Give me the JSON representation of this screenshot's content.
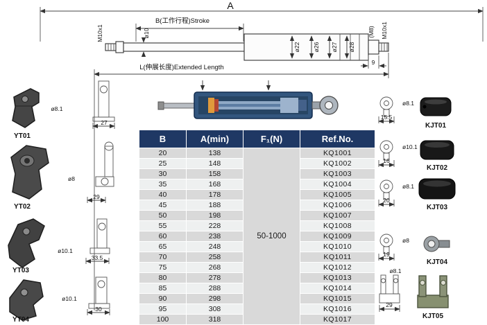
{
  "top": {
    "overall": "A",
    "stroke": "B(工作行程)Stroke",
    "thread_left": "M10x1",
    "rod_dia": "ø10",
    "dias": [
      "ø22",
      "ø26",
      "ø27",
      "ø28"
    ],
    "m8": "(M8)",
    "thread_right": "M10x1",
    "end_dim": "9",
    "extended": "L(伸展长度)Extended Length"
  },
  "left_fittings": [
    {
      "label": "YT01",
      "dia": "ø8.1",
      "width": "27"
    },
    {
      "label": "YT02",
      "dia": "ø8",
      "width": "29"
    },
    {
      "label": "YT03",
      "dia": "ø10.1",
      "width": "33.5"
    },
    {
      "label": "YT04",
      "dia": "ø10.1",
      "width": "30"
    }
  ],
  "right_fittings": [
    {
      "label": "KJT01",
      "dia": "ø8.1",
      "width": "15.5"
    },
    {
      "label": "KJT02",
      "dia": "ø10.1",
      "width": "16"
    },
    {
      "label": "KJT03",
      "dia": "ø8.1",
      "width": "20"
    },
    {
      "label": "KJT04",
      "dia": "ø8",
      "width": "19"
    },
    {
      "label": "KJT05",
      "dia": "ø8.1",
      "width": "29"
    }
  ],
  "table": {
    "headers": [
      "B",
      "A(min)",
      "F₁(N)",
      "Ref.No."
    ],
    "f1_value": "50-1000",
    "rows": [
      {
        "b": "20",
        "a": "138",
        "ref": "KQ1001"
      },
      {
        "b": "25",
        "a": "148",
        "ref": "KQ1002"
      },
      {
        "b": "30",
        "a": "158",
        "ref": "KQ1003"
      },
      {
        "b": "35",
        "a": "168",
        "ref": "KQ1004"
      },
      {
        "b": "40",
        "a": "178",
        "ref": "KQ1005"
      },
      {
        "b": "45",
        "a": "188",
        "ref": "KQ1006"
      },
      {
        "b": "50",
        "a": "198",
        "ref": "KQ1007"
      },
      {
        "b": "55",
        "a": "228",
        "ref": "KQ1008"
      },
      {
        "b": "60",
        "a": "238",
        "ref": "KQ1009"
      },
      {
        "b": "65",
        "a": "248",
        "ref": "KQ1010"
      },
      {
        "b": "70",
        "a": "258",
        "ref": "KQ1011"
      },
      {
        "b": "75",
        "a": "268",
        "ref": "KQ1012"
      },
      {
        "b": "80",
        "a": "278",
        "ref": "KQ1013"
      },
      {
        "b": "85",
        "a": "288",
        "ref": "KQ1014"
      },
      {
        "b": "90",
        "a": "298",
        "ref": "KQ1015"
      },
      {
        "b": "95",
        "a": "308",
        "ref": "KQ1016"
      },
      {
        "b": "100",
        "a": "318",
        "ref": "KQ1017"
      }
    ]
  },
  "colors": {
    "header_bg": "#1f3864",
    "header_text": "#ffffff",
    "row_a": "#d9d9d9",
    "row_b": "#eef0f0",
    "f1_bg": "#c6c6c6"
  }
}
